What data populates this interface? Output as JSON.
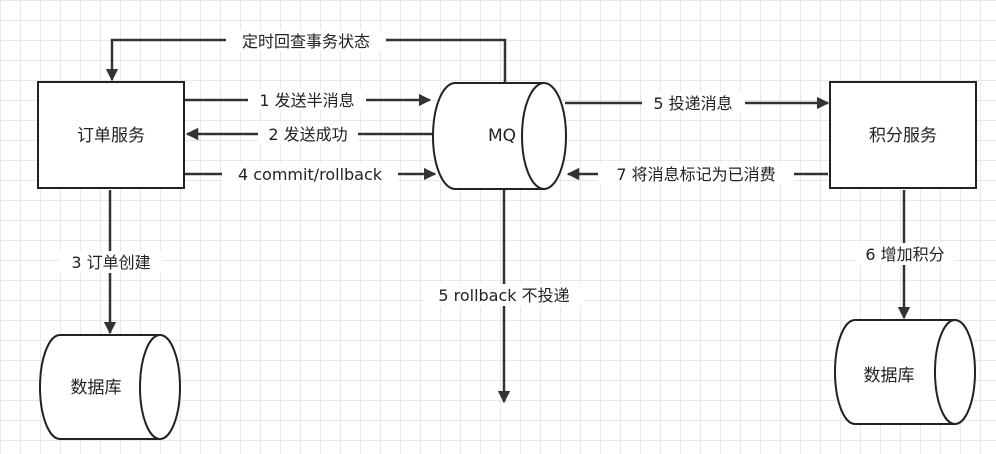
{
  "nodes": {
    "order_service": "订单服务",
    "mq": "MQ",
    "points_service": "积分服务",
    "db_left": "数据库",
    "db_right": "数据库"
  },
  "edges": {
    "check_tx": "定时回查事务状态",
    "send_half": "1 发送半消息",
    "send_ok": "2 发送成功",
    "create_order": "3 订单创建",
    "commit_rollback": "4 commit/rollback",
    "deliver": "5 投递消息",
    "rollback_no_deliver": "5 rollback 不投递",
    "add_points": "6 增加积分",
    "mark_consumed": "7 将消息标记为已消费"
  }
}
